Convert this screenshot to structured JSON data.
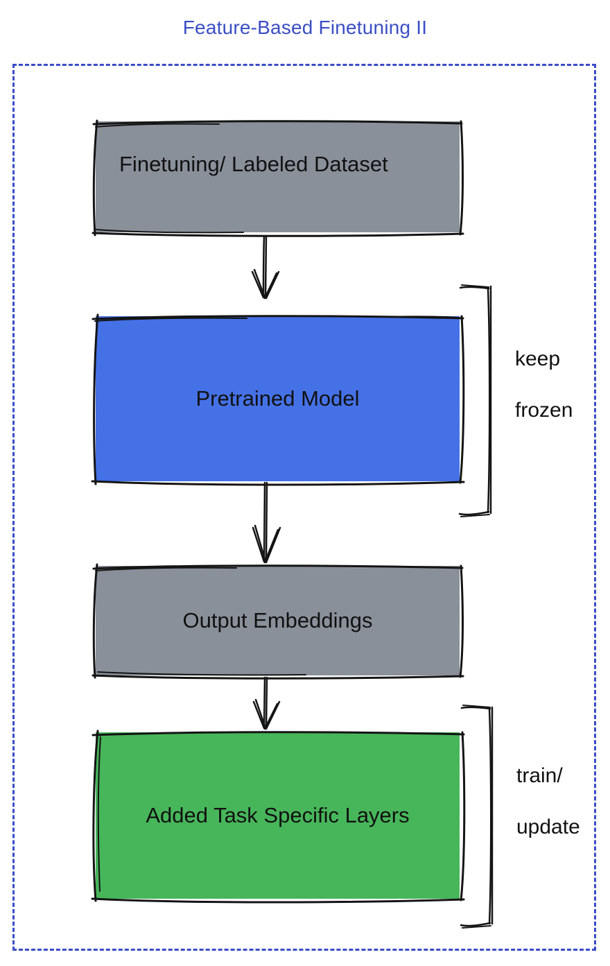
{
  "title": "Feature-Based Finetuning II",
  "colors": {
    "title": "#3B4EC5",
    "frame_border": "#3A4CC7",
    "box_gray": "#8A909A",
    "box_blue": "#4571E6",
    "box_green": "#47B65A",
    "sketch_stroke": "#141414",
    "label_text": "#111111"
  },
  "boxes": {
    "dataset": {
      "label": "Finetuning/ Labeled Dataset",
      "fill": "#8A909A"
    },
    "pretrained": {
      "label": "Pretrained Model",
      "fill": "#4571E6"
    },
    "output": {
      "label": "Output Embeddings",
      "fill": "#8A909A"
    },
    "task_layers": {
      "label": "Added Task Specific Layers",
      "fill": "#47B65A"
    }
  },
  "annotations": {
    "keep_frozen": {
      "line1": "keep",
      "line2": "frozen"
    },
    "train_update": {
      "line1": "train/",
      "line2": "update"
    }
  }
}
